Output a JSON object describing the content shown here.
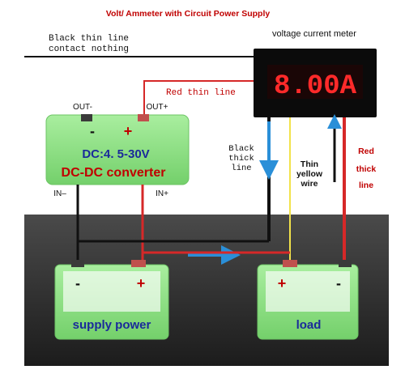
{
  "title": "Volt/ Ammeter with Circuit Power Supply",
  "meter": {
    "caption": "voltage  current meter",
    "display": "8.00A"
  },
  "labels": {
    "black_thin_line_1": "Black thin line",
    "black_thin_line_2": "contact nothing",
    "red_thin_line": "Red thin line",
    "black_thick_line_1": "Black",
    "black_thick_line_2": "thick",
    "black_thick_line_3": "line",
    "thin_yellow_wire_1": "Thin",
    "thin_yellow_wire_2": "yellow",
    "thin_yellow_wire_3": "wire",
    "red_thick_line_1": "Red",
    "red_thick_line_2": "thick",
    "red_thick_line_3": "line"
  },
  "converter": {
    "out_minus": "OUT-",
    "out_plus": "OUT+",
    "minus_symbol": "-",
    "plus_symbol": "+",
    "spec": "DC:4. 5-30V",
    "name": "DC-DC converter",
    "in_minus": "IN–",
    "in_plus": "IN+"
  },
  "supply": {
    "minus_symbol": "-",
    "plus_symbol": "+",
    "label": "supply power"
  },
  "load": {
    "plus_symbol": "+",
    "minus_symbol": "-",
    "label": "load"
  },
  "colors": {
    "title": "#c00000",
    "red_wire": "#d62828",
    "black_wire": "#111111",
    "yellow_wire": "#f2e24a",
    "blue_arrow": "#2a8fd8",
    "converter_fill": "#8fe08a",
    "battery_fill": "#8fe08a",
    "meter_body": "#0b0b0b",
    "meter_digits": "#ff2a2a",
    "label_blue": "#1a2a9a",
    "label_red": "#c00000"
  }
}
